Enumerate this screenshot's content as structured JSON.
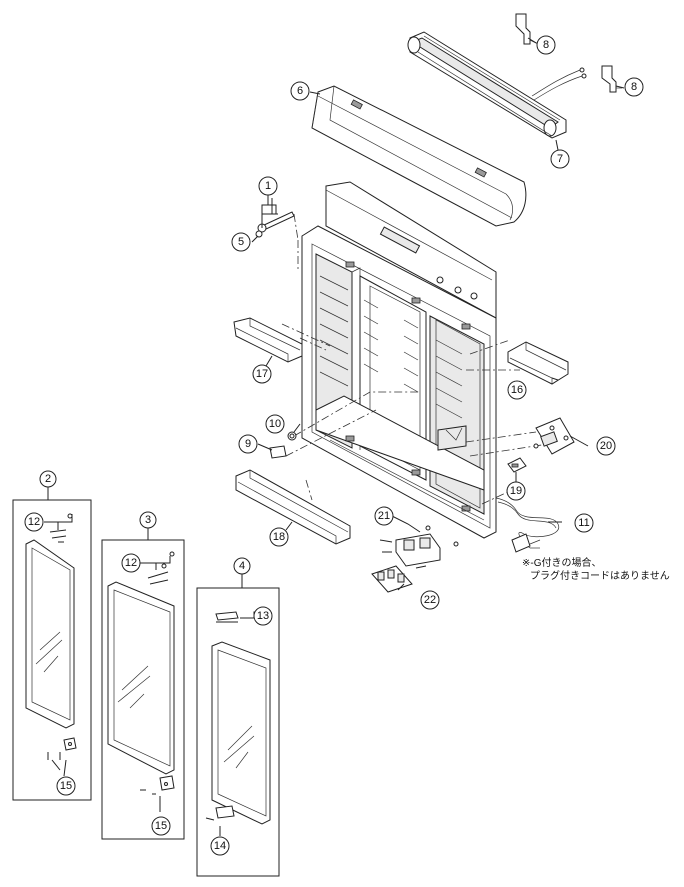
{
  "callouts": {
    "c1": "1",
    "c2": "2",
    "c3": "3",
    "c4": "4",
    "c5": "5",
    "c6": "6",
    "c7": "7",
    "c8a": "8",
    "c8b": "8",
    "c9": "9",
    "c10": "10",
    "c11": "11",
    "c12a": "12",
    "c12b": "12",
    "c13": "13",
    "c14": "14",
    "c15a": "15",
    "c15b": "15",
    "c16": "16",
    "c17": "17",
    "c18": "18",
    "c19": "19",
    "c20": "20",
    "c21": "21",
    "c22": "22"
  },
  "note": {
    "line1": "※-G付きの場合、",
    "line2": "プラグ付きコードはありません"
  }
}
